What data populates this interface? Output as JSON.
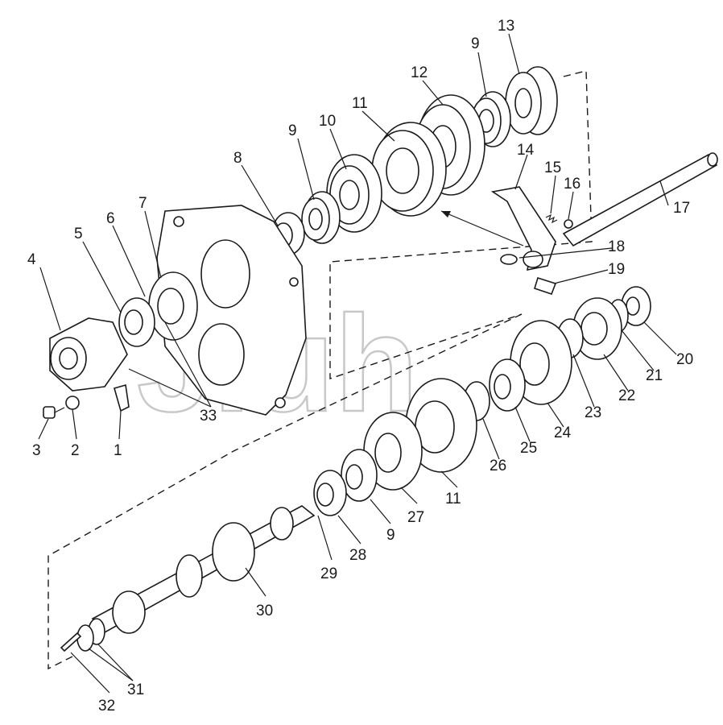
{
  "labels": {
    "p1": "1",
    "p2": "2",
    "p3": "3",
    "p4": "4",
    "p5": "5",
    "p6": "6",
    "p7": "7",
    "p8": "8",
    "p9a": "9",
    "p9b": "9",
    "p9c": "9",
    "p10": "10",
    "p11a": "11",
    "p11b": "11",
    "p12": "12",
    "p13": "13",
    "p14": "14",
    "p15": "15",
    "p16": "16",
    "p17": "17",
    "p18": "18",
    "p19": "19",
    "p20": "20",
    "p21": "21",
    "p22": "22",
    "p23": "23",
    "p24": "24",
    "p25": "25",
    "p26": "26",
    "p27": "27",
    "p28": "28",
    "p29": "29",
    "p30": "30",
    "p31": "31",
    "p32": "32",
    "p33": "33"
  },
  "watermark": "Jiuh"
}
